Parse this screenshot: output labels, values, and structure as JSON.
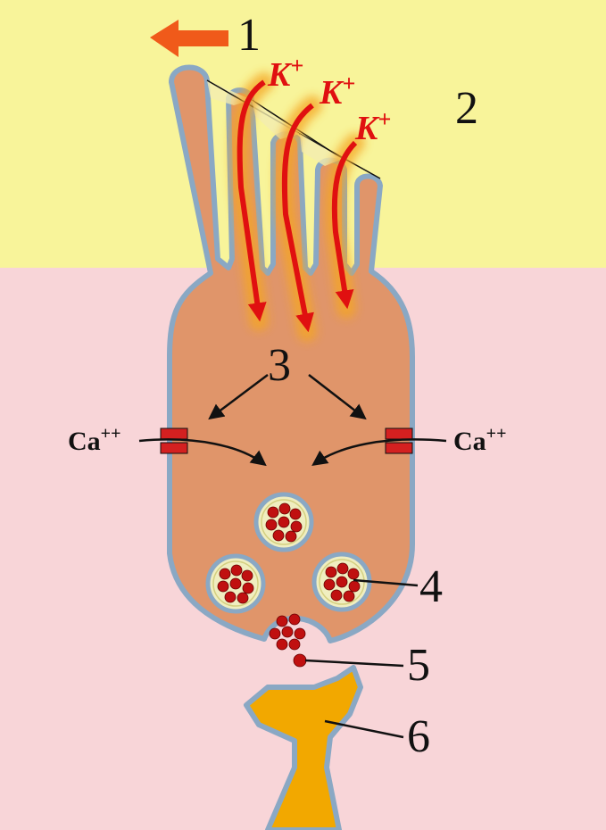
{
  "labels": {
    "n1": "1",
    "n2": "2",
    "n3": "3",
    "n4": "4",
    "n5": "5",
    "n6": "6"
  },
  "ions": {
    "k_base": "K",
    "k_charge": "+",
    "ca_base": "Ca",
    "ca_charge": "++"
  },
  "colors": {
    "endolymph": "#f8f49a",
    "perilymph": "#f8d5d8",
    "cell_body": "#e0956a",
    "membrane": "#8aa8c4",
    "k_current": "#e01010",
    "k_glow": "#f5a623",
    "channel": "#d42020",
    "vesicle_fill": "#f0eec0",
    "neurotransmitter": "#c01010",
    "afferent": "#f2a800",
    "arrow_flag": "#f05a1a"
  }
}
